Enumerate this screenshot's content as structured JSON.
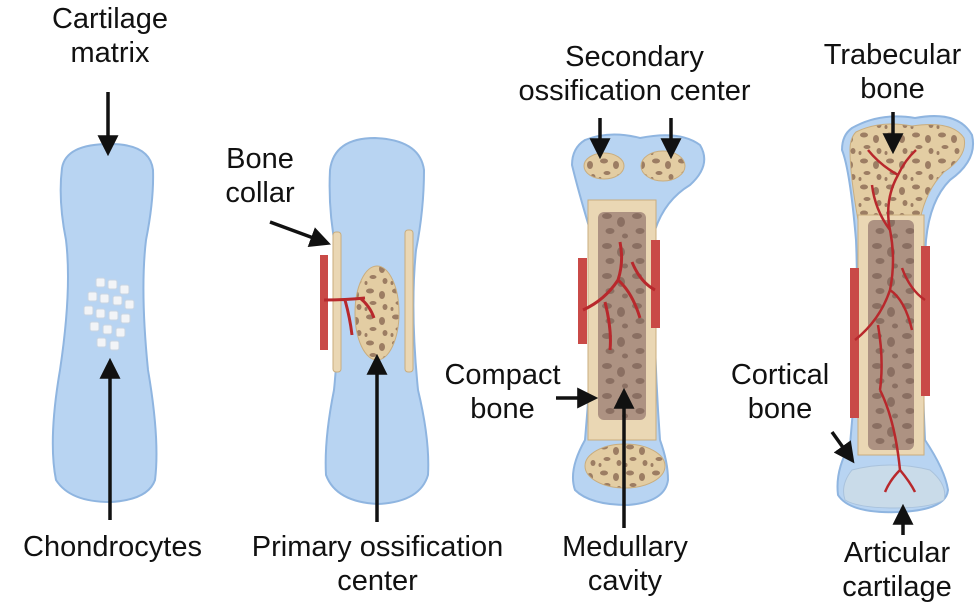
{
  "stages": [
    {
      "top_labels": [
        {
          "lines": [
            "Cartilage",
            "matrix"
          ]
        }
      ],
      "bottom_labels": [
        {
          "lines": [
            "Chondrocytes"
          ]
        }
      ]
    },
    {
      "side_labels": [
        {
          "lines": [
            "Bone",
            "collar"
          ]
        }
      ],
      "bottom_labels": [
        {
          "lines": [
            "Primary ossification",
            "center"
          ]
        }
      ]
    },
    {
      "top_labels": [
        {
          "lines": [
            "Secondary",
            "ossification center"
          ]
        }
      ],
      "side_labels": [
        {
          "lines": [
            "Compact",
            "bone"
          ]
        }
      ],
      "bottom_labels": [
        {
          "lines": [
            "Medullary",
            "cavity"
          ]
        }
      ]
    },
    {
      "top_labels": [
        {
          "lines": [
            "Trabecular",
            "bone"
          ]
        }
      ],
      "side_labels": [
        {
          "lines": [
            "Cortical",
            "bone"
          ]
        }
      ],
      "bottom_labels": [
        {
          "lines": [
            "Articular",
            "cartilage"
          ]
        }
      ]
    }
  ],
  "colors": {
    "cartilage": "#b8d4f2",
    "cartilage_outline": "#8fb5e0",
    "bone": "#ead7b4",
    "bone_outline": "#c9ad7e",
    "spongy_spots": "#9c7d63",
    "marrow": "#a58c80",
    "vessel": "#b8282c",
    "vessel_band": "#c94a47",
    "arrow": "#111111"
  }
}
